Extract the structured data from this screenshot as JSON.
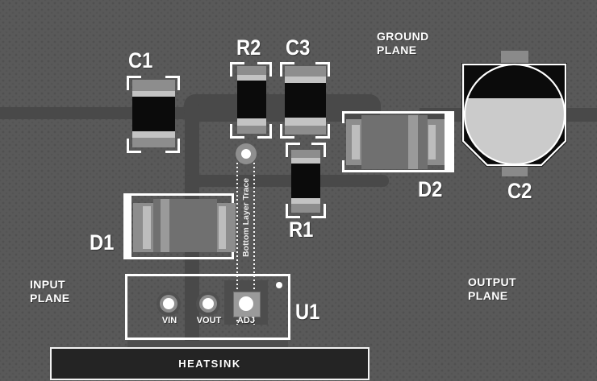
{
  "figure": {
    "type": "pcb-layout-diagram",
    "refdes": {
      "c1": "C1",
      "r2": "R2",
      "c3": "C3",
      "r1": "R1",
      "d1": "D1",
      "d2": "D2",
      "c2": "C2",
      "u1": "U1"
    },
    "planes": {
      "ground": "GROUND\nPLANE",
      "input": "INPUT\nPLANE",
      "output": "OUTPUT\nPLANE"
    },
    "pins": {
      "vin": "VIN",
      "vout": "VOUT",
      "adj": "ADJ"
    },
    "heatsink_label": "HEATSINK",
    "trace_note": "Bottom Layer Trace",
    "colors": {
      "board": "#595959",
      "trace": "#494949",
      "silkscreen": "#ffffff",
      "chip_body": "#0b0b0b",
      "pad_light": "#c3c3c3",
      "pad_gray": "#8d8d8d",
      "diode_body": "#707070",
      "cap_circle": "#cbcbcb",
      "heatsink_fill": "#242424"
    }
  }
}
